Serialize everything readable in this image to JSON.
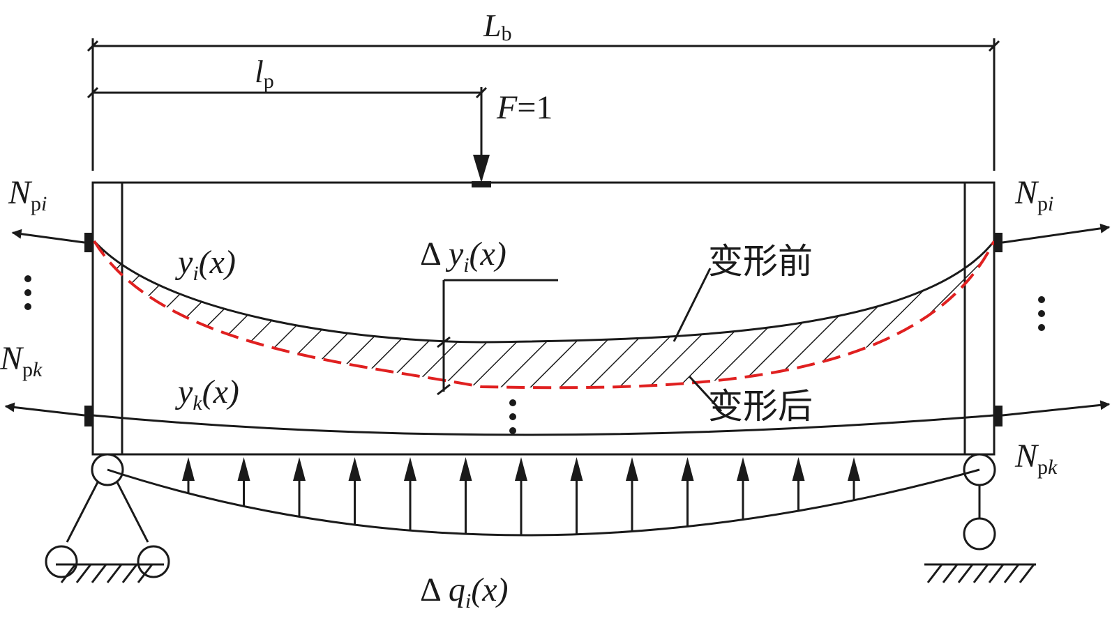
{
  "labels": {
    "span_total": {
      "main": "L",
      "sub": "b"
    },
    "load_position": {
      "main": "l",
      "sub": "p"
    },
    "unit_load": {
      "italic": "F",
      "rest": "=1"
    },
    "force_i_left": {
      "main": "N",
      "sub_roman": "p",
      "sub_italic": "i"
    },
    "force_i_right": {
      "main": "N",
      "sub_roman": "p",
      "sub_italic": "i"
    },
    "force_k_left": {
      "main": "N",
      "sub_roman": "p",
      "sub_italic": "k"
    },
    "force_k_right": {
      "main": "N",
      "sub_roman": "p",
      "sub_italic": "k"
    },
    "tendon_i": {
      "main": "y",
      "sub": "i",
      "arg": "(x)"
    },
    "tendon_k": {
      "main": "y",
      "sub": "k",
      "arg": "(x)"
    },
    "delta_y": {
      "delta": "Δ",
      "main": "y",
      "sub": "i",
      "arg": "(x)"
    },
    "delta_q": {
      "delta": "Δ",
      "main": "q",
      "sub": "i",
      "arg": "(x)"
    },
    "before": "变形前",
    "after": "变形后"
  },
  "colors": {
    "line": "#1a1a1a",
    "deformed": "#e02020"
  }
}
